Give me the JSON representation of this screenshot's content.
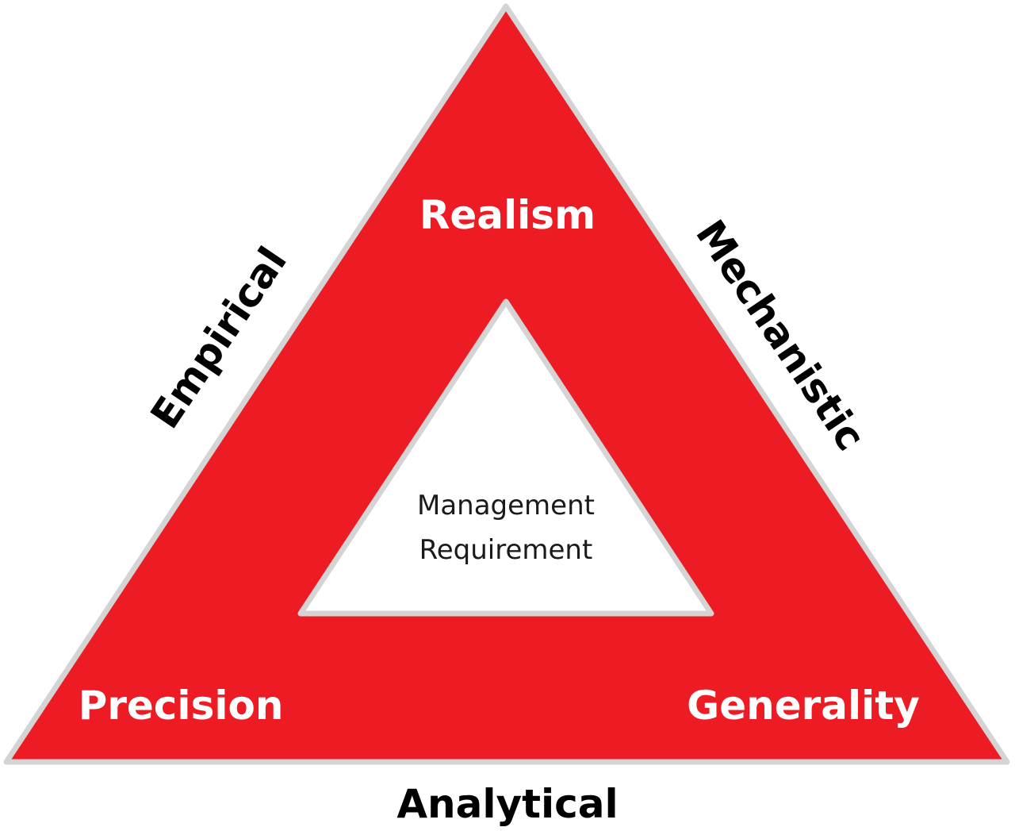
{
  "colors": {
    "triangle_fill": "#ed1c24",
    "triangle_border": "#d4d4d4",
    "inner_fill": "#ffffff",
    "vertex_text": "#ffffff",
    "side_text": "#000000",
    "center_text": "#1a1a1a"
  },
  "vertices": {
    "top": "Realism",
    "bottom_left": "Precision",
    "bottom_right": "Generality"
  },
  "sides": {
    "left": "Empirical",
    "right": "Mechanistic",
    "bottom": "Analytical"
  },
  "center": {
    "line1": "Management",
    "line2": "Requirement"
  }
}
